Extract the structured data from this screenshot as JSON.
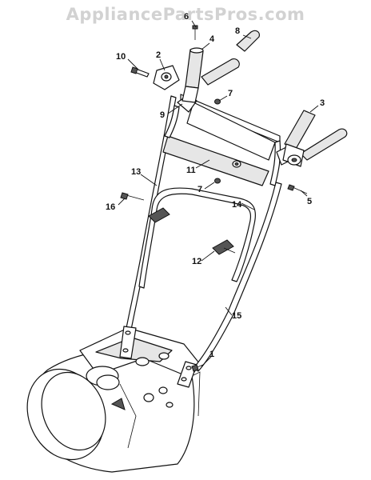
{
  "watermark": "AppliancePartsPros.com",
  "callouts": [
    "6",
    "8",
    "4",
    "10",
    "2",
    "7",
    "3",
    "9",
    "11",
    "13",
    "7",
    "5",
    "14",
    "16",
    "12",
    "15",
    "1"
  ]
}
